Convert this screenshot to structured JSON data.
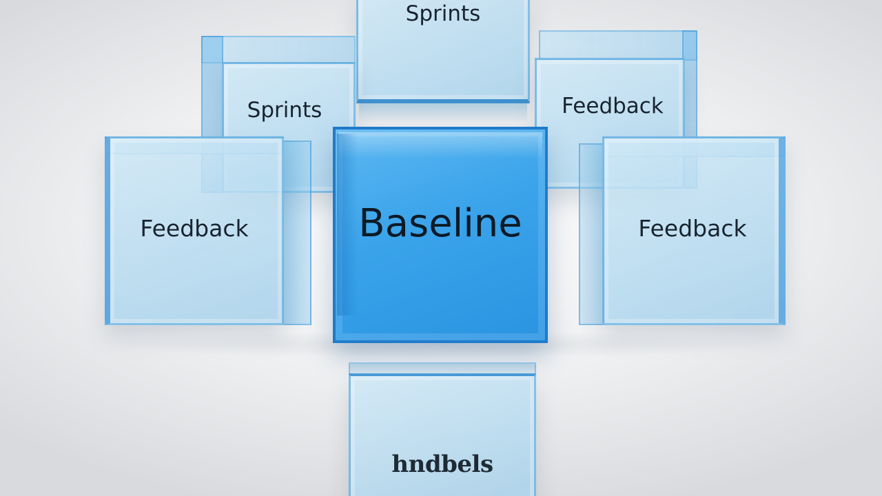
{
  "cubes": {
    "top_center": {
      "label": "Sprints"
    },
    "upper_left": {
      "label": "Sprints"
    },
    "upper_right": {
      "label": "Feedback"
    },
    "left": {
      "label": "Feedback"
    },
    "right": {
      "label": "Feedback"
    },
    "center": {
      "label": "Baseline"
    },
    "bottom": {
      "label": "hndbels"
    }
  },
  "colors": {
    "center_cube": "#3aa3ea",
    "glass_cube": "#b4daf0",
    "edge": "#2a94e2",
    "label_text": "#182430"
  }
}
